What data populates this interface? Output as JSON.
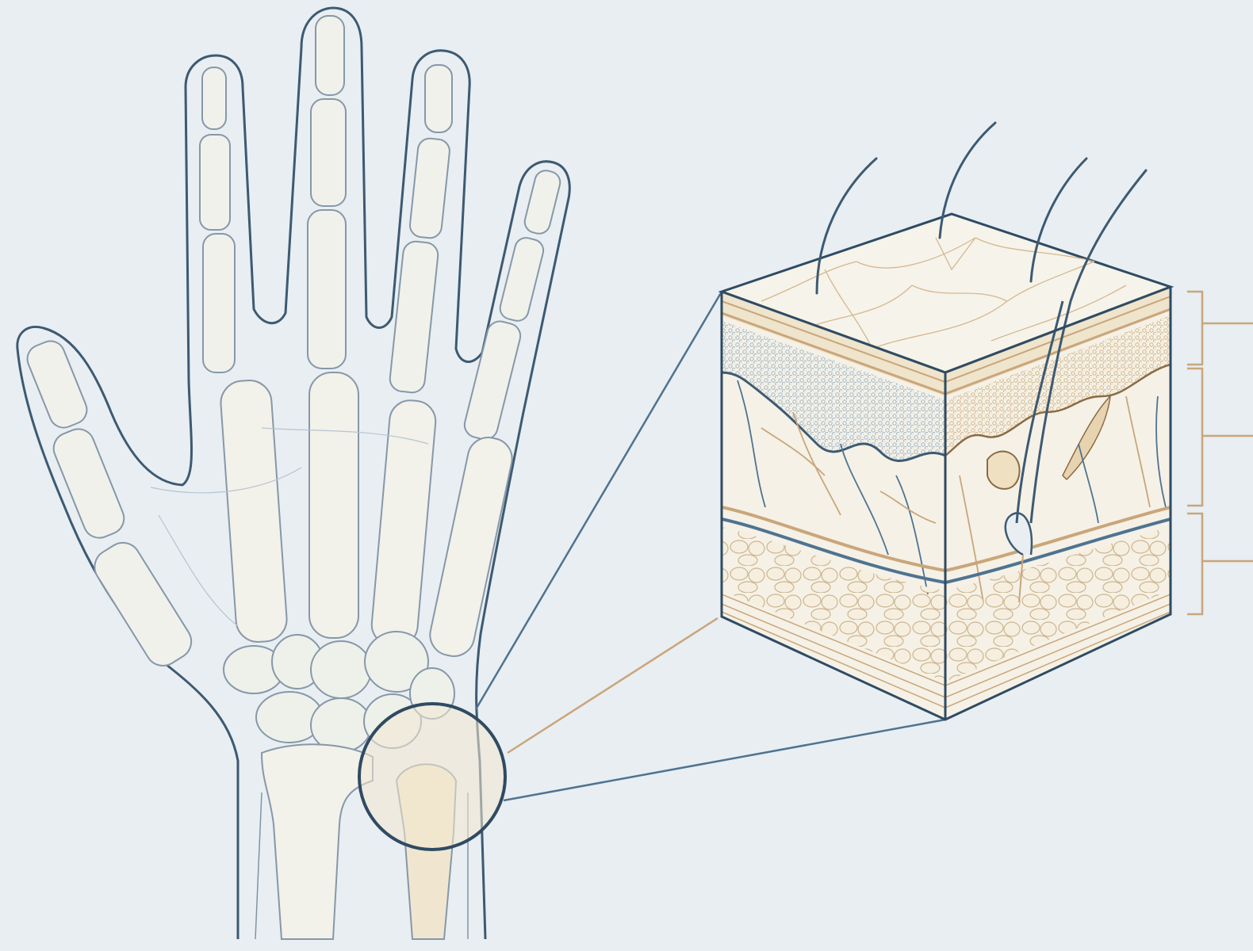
{
  "diagram": {
    "colors": {
      "background": "#e8eef2",
      "outline_blue": "#3d5a72",
      "line_blue": "#4f7390",
      "bone_fill": "#f2f1ea",
      "bone_stroke": "#8a9aa8",
      "tan": "#c9a67a",
      "tan_light": "#e9dcc3",
      "fat_fill": "#f4ecd9",
      "epidermis_dot_blue": "#9fb6c8",
      "epidermis_dot_tan": "#d8c3a0"
    },
    "parts": {
      "hand": "hand-skeleton-outline",
      "magnifier": "wrist-magnifier-circle",
      "skin_block": "skin-cross-section-block",
      "layer_brackets": [
        "epidermis-bracket",
        "dermis-bracket",
        "hypodermis-bracket"
      ]
    }
  }
}
